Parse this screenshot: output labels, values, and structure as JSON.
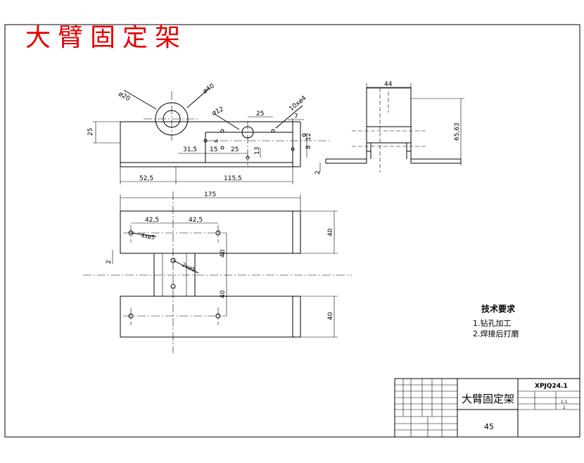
{
  "drawing": {
    "title_red": "大臂固定架",
    "tech_requirements": {
      "heading": "技术要求",
      "items": [
        "1.钻孔加工",
        "2.焊接后打磨"
      ]
    },
    "front_view": {
      "dim_dia20": "ø20",
      "dim_dia40": "ø40",
      "dim_dia12": "ø12",
      "dim_holes": "10xø4",
      "dim_25_left": "25",
      "dim_25_top": "25",
      "dim_7": "7",
      "dim_6": "6",
      "dim_31_5": "31,5",
      "dim_15": "15",
      "dim_25_mid": "25",
      "dim_13": "13",
      "dim_8": "8",
      "dim_12": "12",
      "dim_52_5": "52,5",
      "dim_115_5": "115,5",
      "dim_2": "2"
    },
    "side_view": {
      "dim_44": "44",
      "dim_65_63": "65,63"
    },
    "top_view": {
      "dim_175": "175",
      "dim_42_5_a": "42,5",
      "dim_42_5_b": "42,5",
      "dim_4xd5": "4xø5",
      "dim_2xd5": "2xø5",
      "dim_40_a": "40",
      "dim_40_b": "40",
      "dim_40_c": "40",
      "dim_40_d": "40",
      "dim_2": "2"
    },
    "title_block": {
      "part_name": "大臂固定架",
      "drawing_no": "XPJQ24.1",
      "number": "45",
      "scale": "1:1",
      "qty": "1"
    }
  }
}
